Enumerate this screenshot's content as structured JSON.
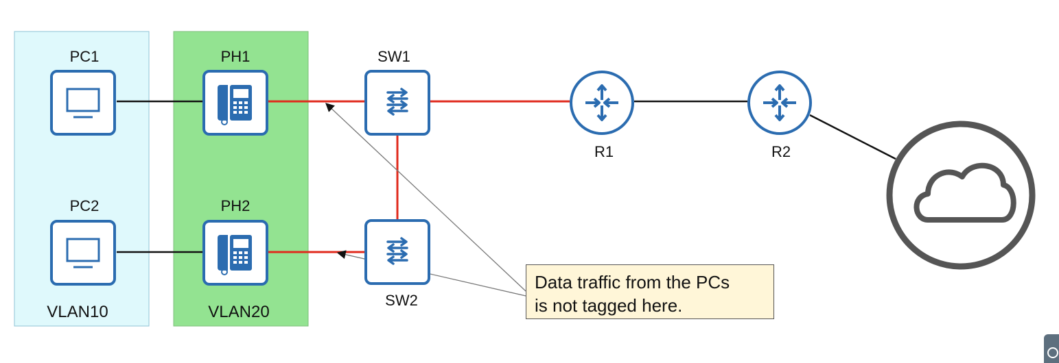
{
  "zones": {
    "vlan10": {
      "label": "VLAN10",
      "color": "#dff9fc"
    },
    "vlan20": {
      "label": "VLAN20",
      "color": "#93e391"
    }
  },
  "devices": {
    "pc1": {
      "label": "PC1",
      "icon": "pc-icon"
    },
    "pc2": {
      "label": "PC2",
      "icon": "pc-icon"
    },
    "ph1": {
      "label": "PH1",
      "icon": "ip-phone-icon"
    },
    "ph2": {
      "label": "PH2",
      "icon": "ip-phone-icon"
    },
    "sw1": {
      "label": "SW1",
      "icon": "switch-icon"
    },
    "sw2": {
      "label": "SW2",
      "icon": "switch-icon"
    },
    "r1": {
      "label": "R1",
      "icon": "router-icon"
    },
    "r2": {
      "label": "R2",
      "icon": "router-icon"
    },
    "internet": {
      "icon": "cloud-icon"
    }
  },
  "callout": {
    "line1": "Data traffic from the PCs",
    "line2": "is not tagged here."
  },
  "colors": {
    "device_blue": "#2b6cb0",
    "trunk_red": "#e02a1c",
    "access_black": "#111111",
    "cloud_gray": "#555555",
    "callout_bg": "#fff6d8"
  }
}
